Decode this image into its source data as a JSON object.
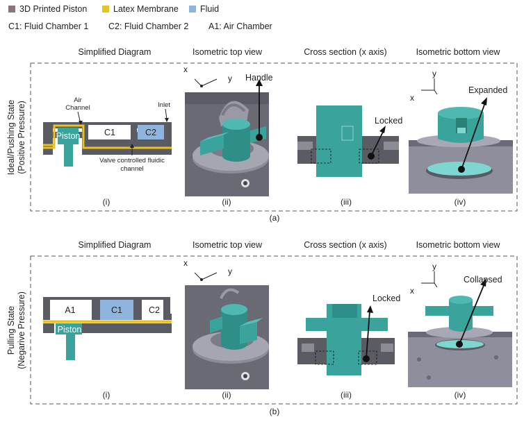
{
  "legend": {
    "items": [
      {
        "label": "3D Printed Piston",
        "color": "#8b7577"
      },
      {
        "label": "Latex Membrane",
        "color": "#e8c21e"
      },
      {
        "label": "Fluid",
        "color": "#8fb4de"
      }
    ],
    "abbreviations": [
      "C1: Fluid Chamber 1",
      "C2: Fluid Chamber 2",
      "A1: Air Chamber"
    ]
  },
  "columns": [
    "Simplified Diagram",
    "Isometric top view",
    "Cross section (x axis)",
    "Isometric bottom view"
  ],
  "panel_a": {
    "state_line1": "Ideal/Pushing State",
    "state_line2": "(Positive Pressure)",
    "tag": "(a)",
    "sub_labels": [
      "(i)",
      "(ii)",
      "(iii)",
      "(iv)"
    ],
    "diagram": {
      "air_channel_line1": "Air",
      "air_channel_line2": "Channel",
      "inlet": "Inlet",
      "piston": "Piston",
      "c1": "C1",
      "c2": "C2",
      "valve_line1": "Valve controlled fluidic",
      "valve_line2": "channel"
    },
    "top_view": {
      "axis_x": "x",
      "axis_y": "y",
      "callout": "Handle"
    },
    "cross_section": {
      "callout": "Locked"
    },
    "bottom_view": {
      "axis_x": "x",
      "axis_y": "y",
      "callout": "Expanded"
    }
  },
  "panel_b": {
    "state_line1": "Pulling State",
    "state_line2": "(Negarive Pressure)",
    "tag": "(b)",
    "sub_labels": [
      "(i)",
      "(ii)",
      "(iii)",
      "(iv)"
    ],
    "diagram": {
      "a1": "A1",
      "c1": "C1",
      "c2": "C2",
      "piston": "Piston"
    },
    "top_view": {
      "axis_x": "x",
      "axis_y": "y"
    },
    "cross_section": {
      "callout": "Locked"
    },
    "bottom_view": {
      "axis_x": "x",
      "axis_y": "y",
      "callout": "Collapsed"
    }
  },
  "colors": {
    "piston_teal": "#3aa39c",
    "dark_gray": "#5b5b63",
    "membrane": "#e8c21e",
    "fluid": "#8fb4de"
  }
}
